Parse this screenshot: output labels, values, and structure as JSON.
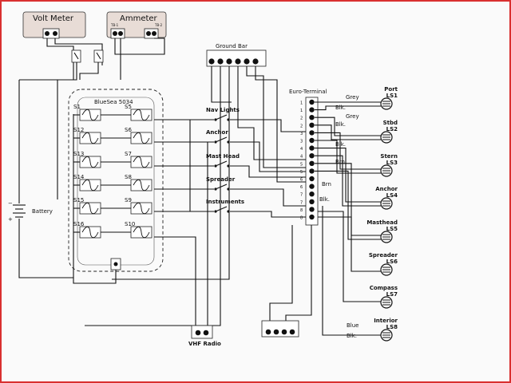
{
  "frame": {
    "accent": "#d93030",
    "meter_fill": "#e8dcd6"
  },
  "meters": {
    "voltmeter": {
      "title": "Volt Meter"
    },
    "ammeter": {
      "title": "Ammeter",
      "terminals": [
        "TB-1",
        "TB-2"
      ]
    }
  },
  "ground_bar": {
    "title": "Ground Bar"
  },
  "fuse_panel": {
    "title": "BlueSea 5034",
    "left": [
      "S1",
      "S12",
      "S13",
      "S14",
      "S15",
      "S16"
    ],
    "right": [
      "S5",
      "S6",
      "S7",
      "S8",
      "S9",
      "S10"
    ]
  },
  "battery": {
    "label": "Battery",
    "minus": "−",
    "plus": "+"
  },
  "switches": [
    "Nav Lights",
    "Anchor",
    "Mast Head",
    "Spreader",
    "Instruments"
  ],
  "euro_terminal": {
    "title": "Euro-Terminal",
    "rows": [
      "1",
      "1",
      "2",
      "2",
      "3",
      "3",
      "4",
      "4",
      "5",
      "5",
      "6",
      "6",
      "7",
      "7",
      "8",
      "8"
    ],
    "wire_labels": [
      "Grey",
      "Blk.",
      "Grey",
      "Blk.",
      "Blk.",
      "Brn",
      "Brn",
      "Blk."
    ]
  },
  "lights": [
    {
      "name": "Port",
      "code": "LS1"
    },
    {
      "name": "Stbd",
      "code": "LS2"
    },
    {
      "name": "Stern",
      "code": "LS3"
    },
    {
      "name": "Anchor",
      "code": "LS4"
    },
    {
      "name": "Masthead",
      "code": "LS5"
    },
    {
      "name": "Spreader",
      "code": "LS6"
    },
    {
      "name": "Compass",
      "code": "LS7"
    },
    {
      "name": "Interior",
      "code": "LS8"
    }
  ],
  "bottom_labels": {
    "blue": "Blue",
    "blk": "Blk."
  },
  "vhf": {
    "label": "VHF Radio"
  }
}
